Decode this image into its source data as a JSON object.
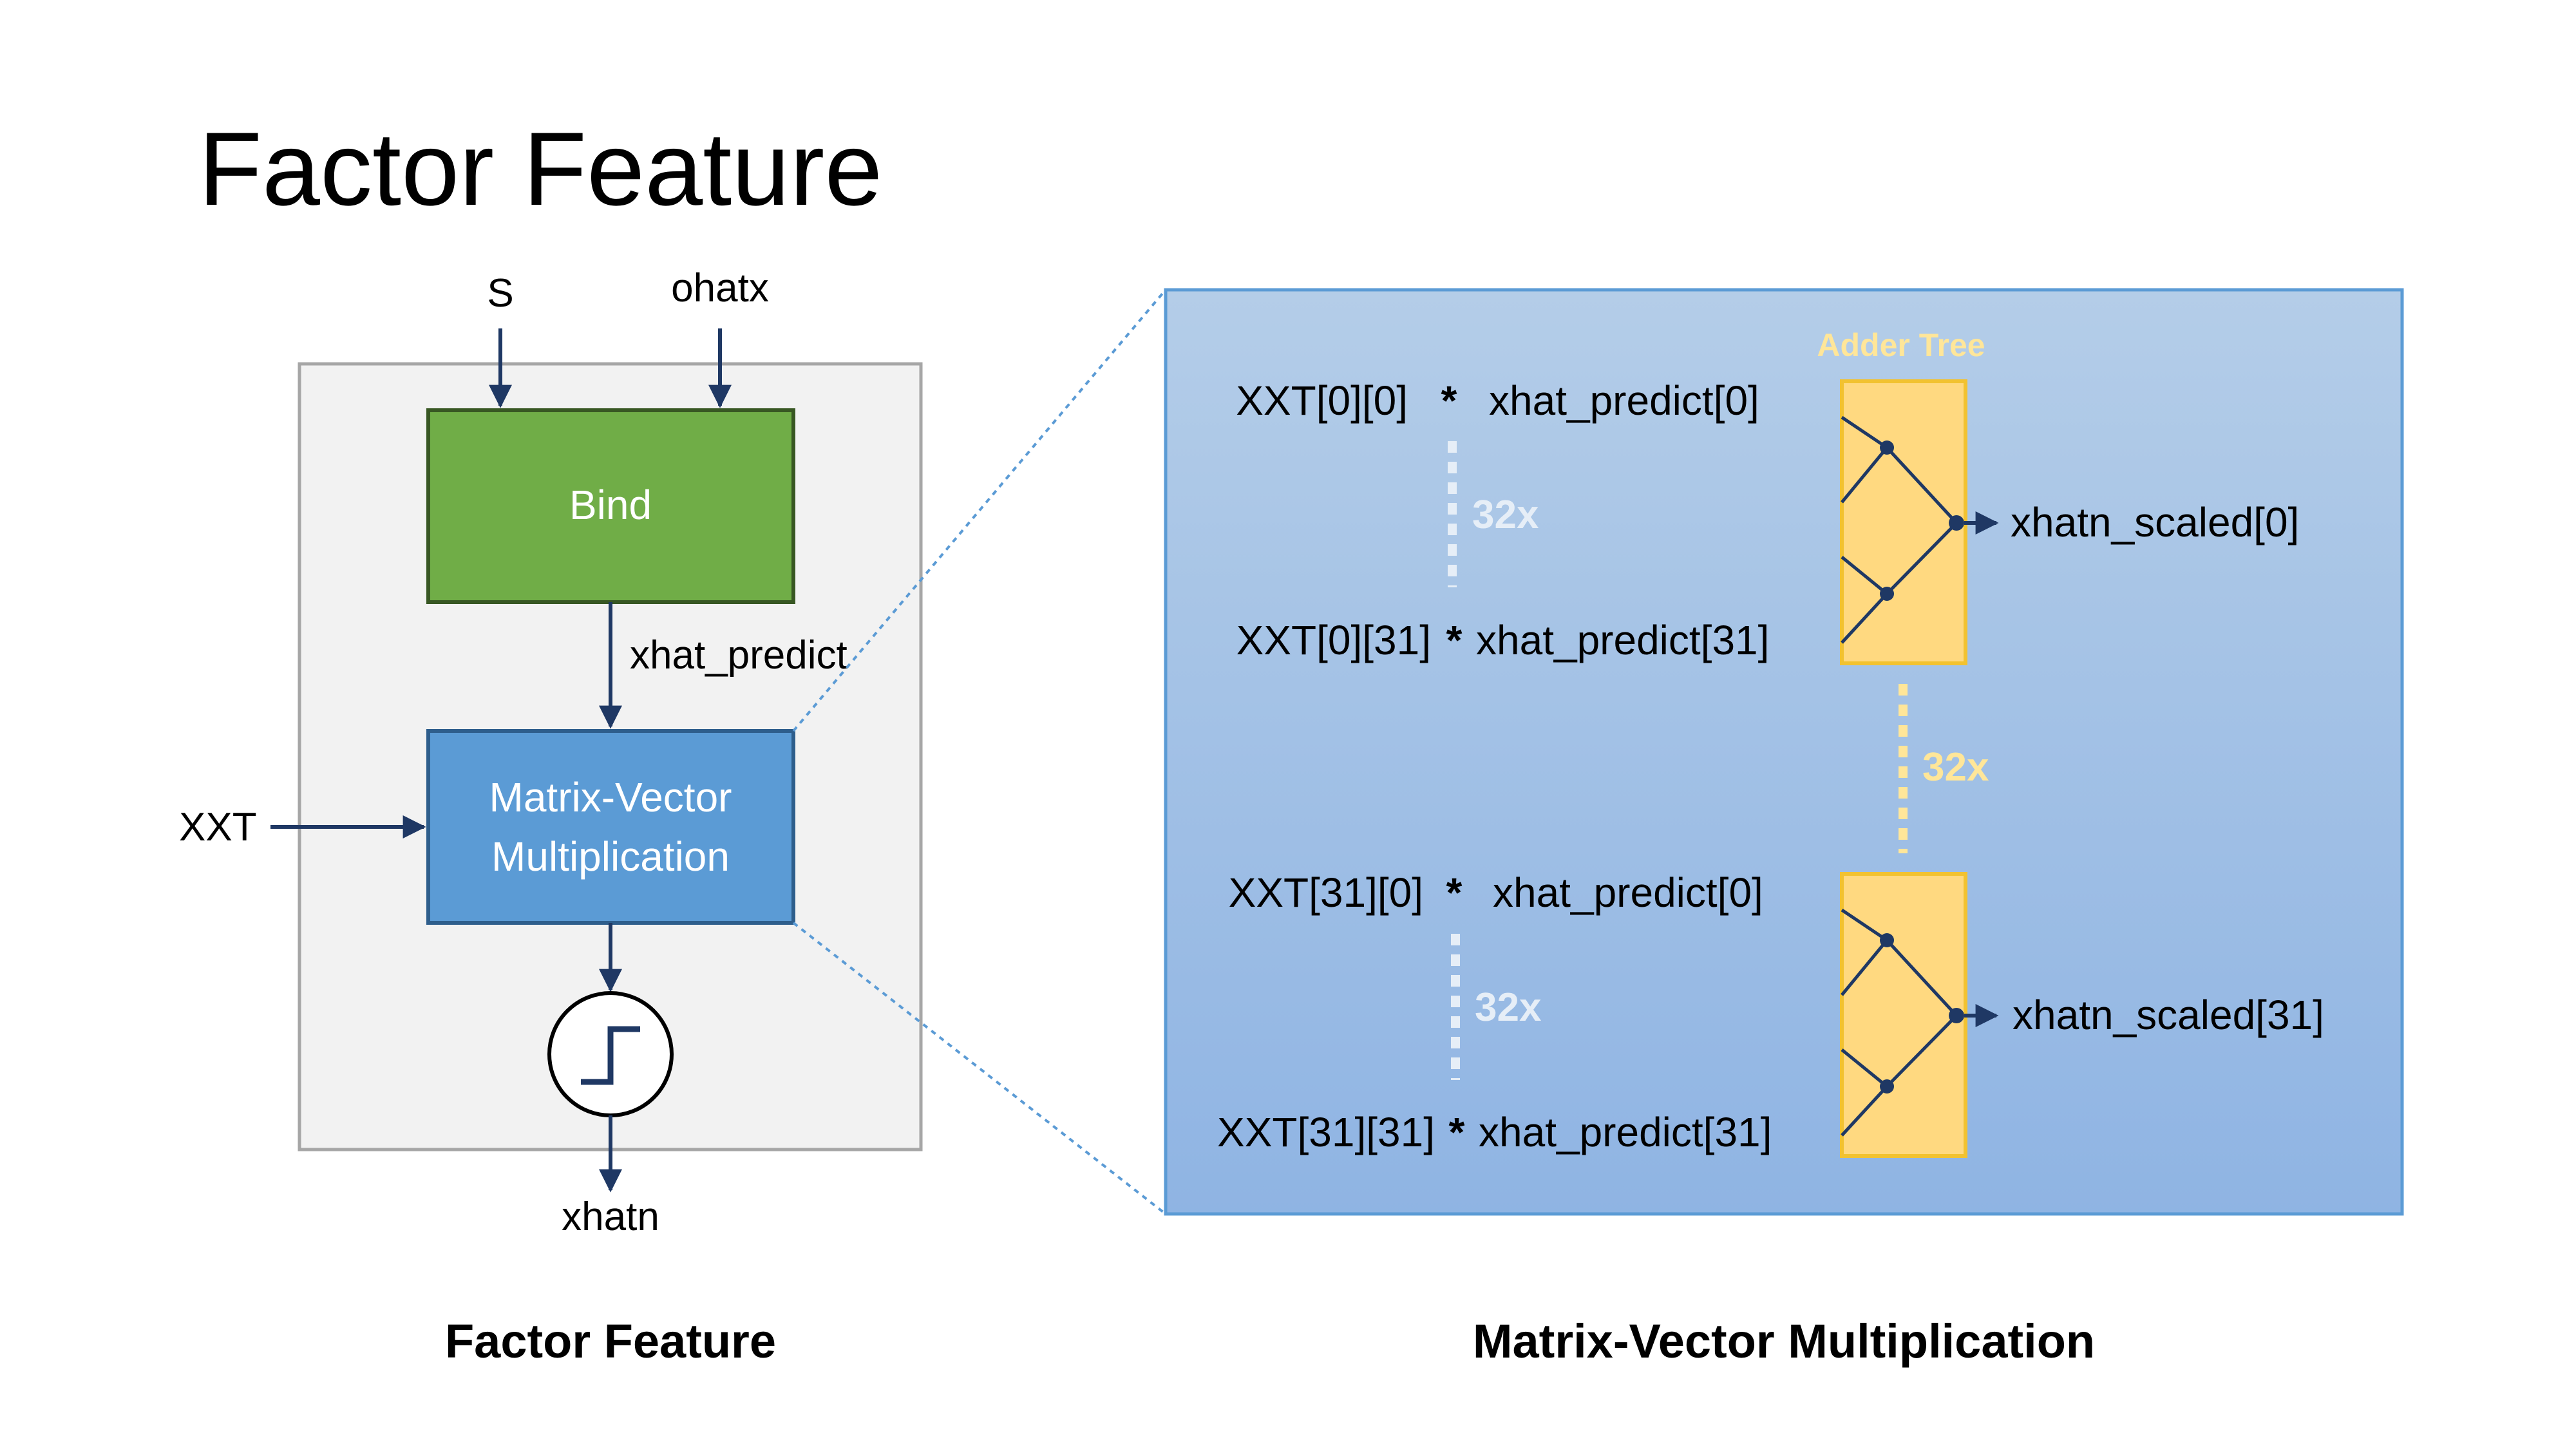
{
  "slide": {
    "title": "Factor Feature"
  },
  "factor_feature": {
    "caption": "Factor Feature",
    "inputs": {
      "s": "S",
      "ohatx": "ohatx",
      "xxt": "XXT"
    },
    "bind_label": "Bind",
    "xhat_predict_label": "xhat_predict",
    "mvm_label_line1": "Matrix-Vector",
    "mvm_label_line2": "Multiplication",
    "output_label": "xhatn",
    "step_icon": "step-function-icon"
  },
  "mvm_detail": {
    "caption": "Matrix-Vector Multiplication",
    "adder_tree_label": "Adder Tree",
    "top_group": {
      "first_lhs": "XXT[0][0]",
      "first_rhs": "xhat_predict[0]",
      "last_lhs": "XXT[0][31]",
      "last_rhs": "xhat_predict[31]",
      "repeat": "32x",
      "output": "xhatn_scaled[0]"
    },
    "bottom_group": {
      "first_lhs": "XXT[31][0]",
      "first_rhs": "xhat_predict[0]",
      "last_lhs": "XXT[31][31]",
      "last_rhs": "xhat_predict[31]",
      "repeat": "32x",
      "output": "xhatn_scaled[31]"
    },
    "multiply_symbol": "*",
    "group_repeat": "32x"
  },
  "colors": {
    "bind_fill": "#70AD47",
    "bind_stroke": "#385723",
    "mvm_fill": "#5B9BD5",
    "mvm_stroke": "#2E5E8C",
    "panel_fill": "#F2F2F2",
    "panel_stroke": "#A6A6A6",
    "arrow": "#1F3864",
    "detail_top": "#B4CDE8",
    "detail_bottom": "#8FB4E3",
    "detail_stroke": "#5B9BD5",
    "adder_fill": "#FFD980",
    "adder_stroke": "#F2C230",
    "adder_label": "#FFE699",
    "repeat_text": "#E6EEF7"
  }
}
